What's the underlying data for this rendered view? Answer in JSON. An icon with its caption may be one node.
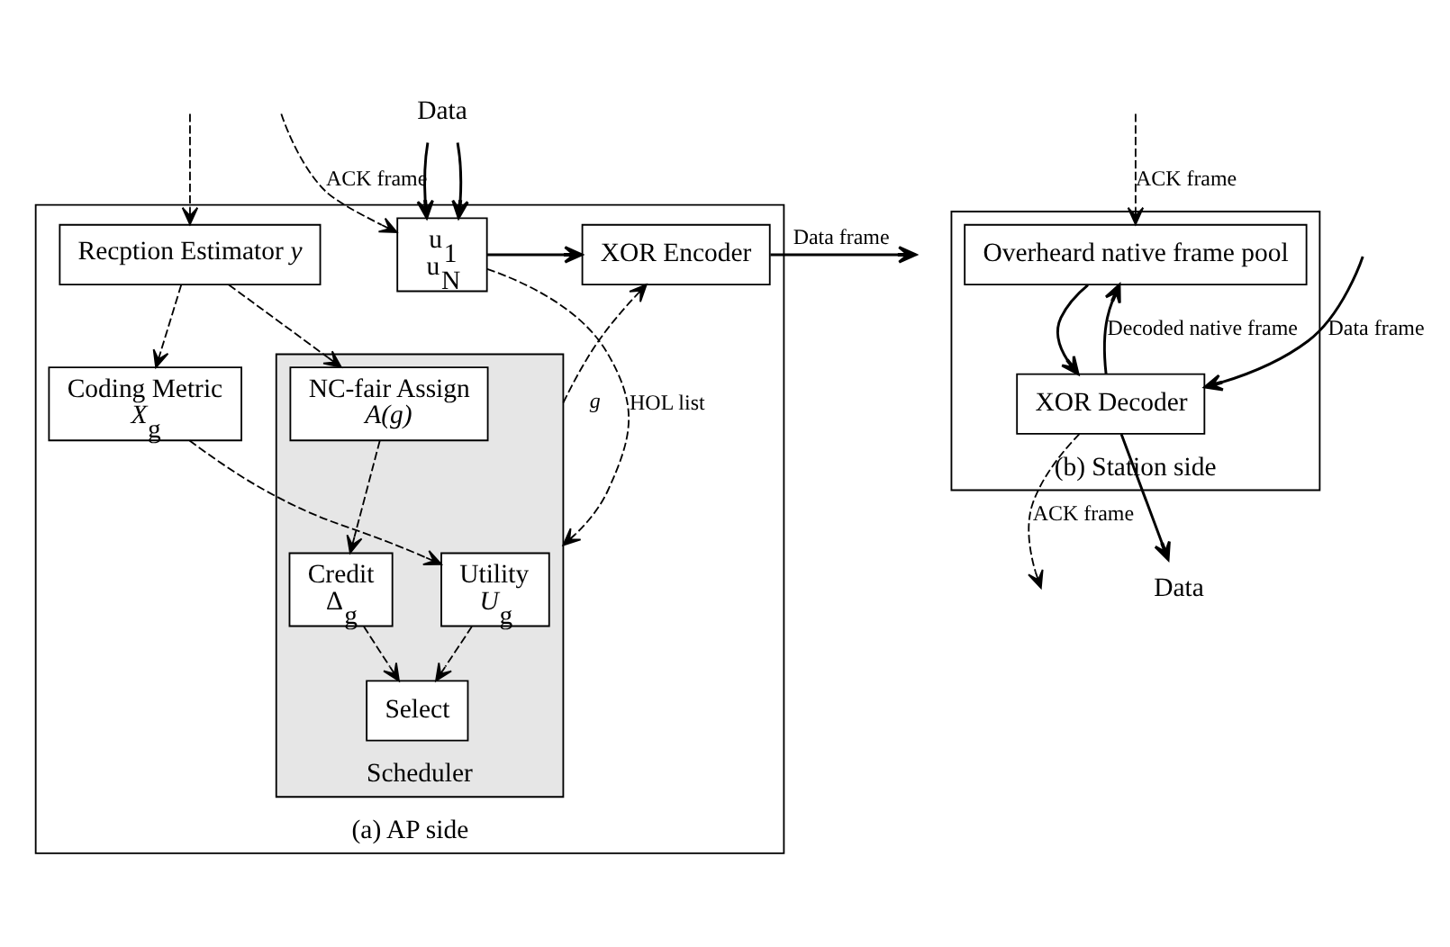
{
  "diagram": {
    "nodes": [
      {
        "text": [
          "(a) AP side"
        ]
      },
      {
        "text": [
          "u$_{1}$",
          "u$_{N}$"
        ],
        "in": 0
      },
      {
        "text": [
          "XOR Encoder"
        ],
        "in": 0
      },
      {
        "text": [
          "Recption Estimator *y*"
        ],
        "in": 0
      },
      {
        "text": [
          "Coding Metric",
          "*X*$_{g}$"
        ],
        "in": 0
      },
      {
        "text": [
          "Scheduler"
        ],
        "in": 0
      },
      {
        "text": [
          "Utility",
          "*U*$_{g}$"
        ],
        "in": 5
      },
      {
        "text": [
          "Select"
        ],
        "in": 5
      },
      {
        "text": [
          "NC-fair Assign",
          "*A(g)*"
        ],
        "in": 5
      },
      {
        "text": [
          "Credit",
          "Δ$_{g}$"
        ],
        "in": 5
      },
      {
        "text": [
          "(b) Station side"
        ]
      },
      {
        "text": [
          "Overheard native frame pool"
        ],
        "in": 10
      },
      {
        "text": [
          "XOR Decoder"
        ],
        "in": 10
      },
      {
        "text": [
          "Data"
        ]
      },
      {
        "text": [
          "Data"
        ]
      }
    ],
    "edges": [
      {
        "from": 14,
        "to": 1,
        "arrow": "to"
      },
      {
        "from": 14,
        "to": 1,
        "arrow": "to"
      },
      {
        "from": 1,
        "to": 2,
        "arrow": "to"
      },
      {
        "from": 2,
        "to": null,
        "arrow": "to",
        "label": "Data frame"
      },
      {
        "from": null,
        "to": 1,
        "arrow": "to",
        "style": "dashed",
        "label": "ACK frame"
      },
      {
        "from": null,
        "to": 3,
        "arrow": "to",
        "style": "dashed"
      },
      {
        "from": 1,
        "to": 5,
        "arrow": "to",
        "style": "dashed",
        "label": "HOL list"
      },
      {
        "from": 3,
        "to": 4,
        "arrow": "to",
        "style": "dashed"
      },
      {
        "from": 3,
        "to": 8,
        "arrow": "to",
        "style": "dashed"
      },
      {
        "from": 4,
        "to": 6,
        "arrow": "to",
        "style": "dashed"
      },
      {
        "from": 6,
        "to": 7,
        "arrow": "to",
        "style": "dashed"
      },
      {
        "from": 9,
        "to": 7,
        "arrow": "to",
        "style": "dashed"
      },
      {
        "from": 8,
        "to": 9,
        "arrow": "to",
        "style": "dashed"
      },
      {
        "from": 5,
        "to": 2,
        "arrow": "to",
        "style": "dashed",
        "label": "*g*"
      },
      {
        "from": null,
        "to": 11,
        "arrow": "to",
        "style": "dashed",
        "label": "ACK frame"
      },
      {
        "from": 11,
        "to": 12,
        "arrow": "to"
      },
      {
        "from": 12,
        "to": 11,
        "arrow": "to",
        "label": "Decoded native frame"
      },
      {
        "from": 12,
        "to": 13,
        "arrow": "to"
      },
      {
        "from": null,
        "to": 12,
        "arrow": "to",
        "label": "Data frame"
      },
      {
        "from": 12,
        "to": null,
        "arrow": "to",
        "style": "dashed",
        "label": "ACK frame"
      }
    ]
  }
}
